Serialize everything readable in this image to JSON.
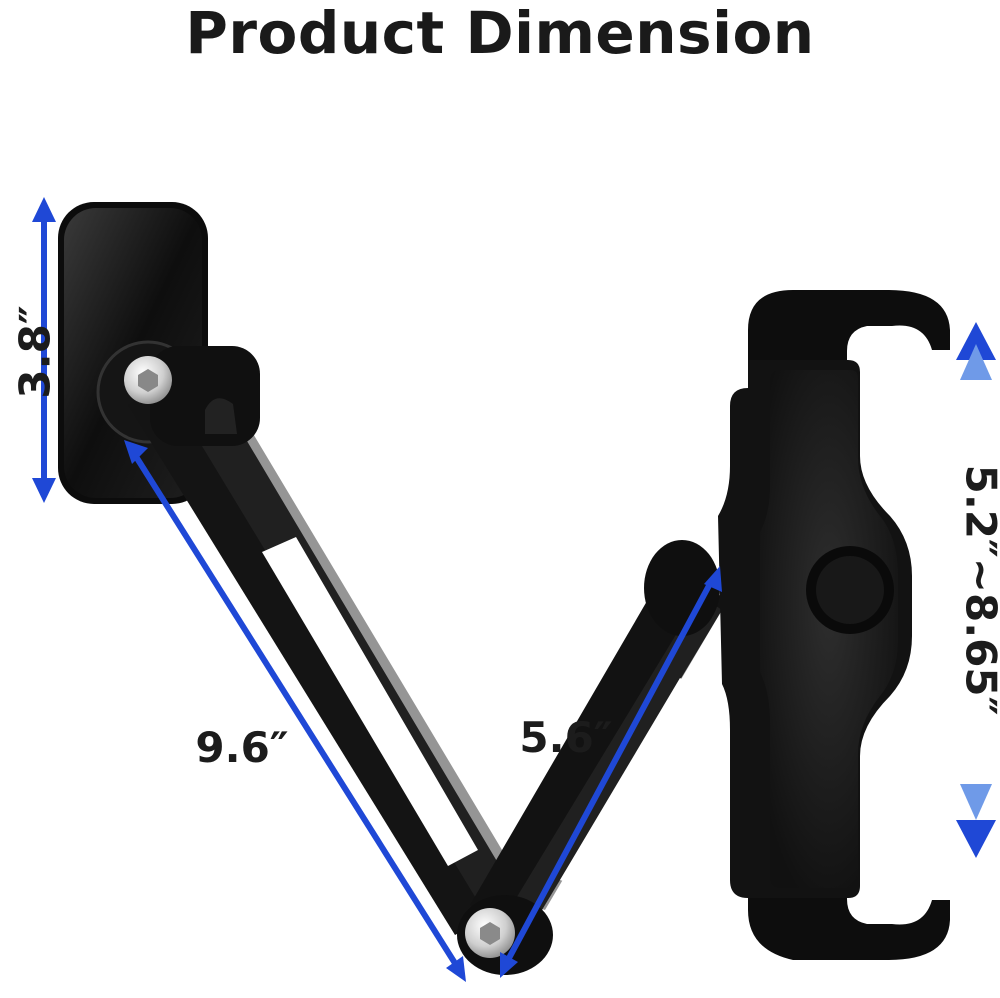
{
  "title": "Product Dimension",
  "dimensions": {
    "plate_height": "3.8″",
    "long_arm": "9.6″",
    "short_arm": "5.6″",
    "clamp_range": "5.2″~8.65″"
  },
  "colors": {
    "arrow": "#1f48d6",
    "arrow_light": "#6f9ae8",
    "product": "#101010",
    "pad": "#2a2a2a",
    "bolt": "#d8d8d8"
  }
}
